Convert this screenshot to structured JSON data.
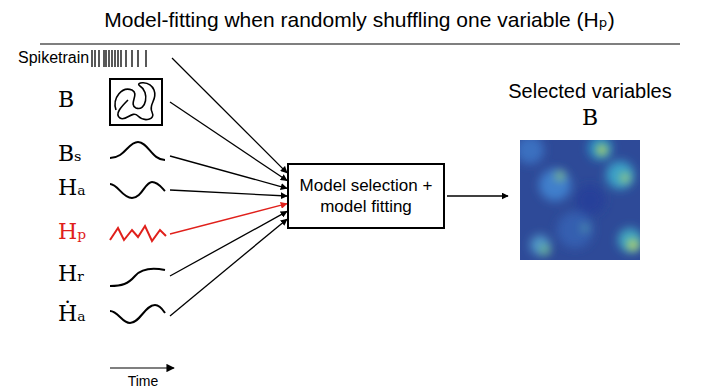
{
  "diagram": {
    "title": "Model-fitting when randomly shuffling one variable (Hₚ)",
    "nodes": [
      {
        "text": [
          "Spiketrain"
        ]
      },
      {
        "text": [
          "B"
        ]
      },
      {
        "text": [
          "Bₛ"
        ]
      },
      {
        "text": [
          "Hₐ"
        ]
      },
      {
        "text": [
          "Hₚ"
        ]
      },
      {
        "text": [
          "Hᵣ"
        ]
      },
      {
        "text": [
          "Ḣₐ"
        ]
      },
      {
        "text": [
          "Model selection + model fitting"
        ]
      },
      {
        "text": [
          "Selected variables",
          "B"
        ]
      }
    ],
    "edges": [
      {
        "from": 0,
        "to": 7,
        "arrow": "to"
      },
      {
        "from": 1,
        "to": 7,
        "arrow": "to"
      },
      {
        "from": 2,
        "to": 7,
        "arrow": "to"
      },
      {
        "from": 3,
        "to": 7,
        "arrow": "to"
      },
      {
        "from": 4,
        "to": 7,
        "arrow": "to"
      },
      {
        "from": 5,
        "to": 7,
        "arrow": "to"
      },
      {
        "from": 6,
        "to": 7,
        "arrow": "to"
      },
      {
        "from": 7,
        "to": 8,
        "arrow": "to"
      }
    ],
    "labels": [
      "Time"
    ]
  }
}
